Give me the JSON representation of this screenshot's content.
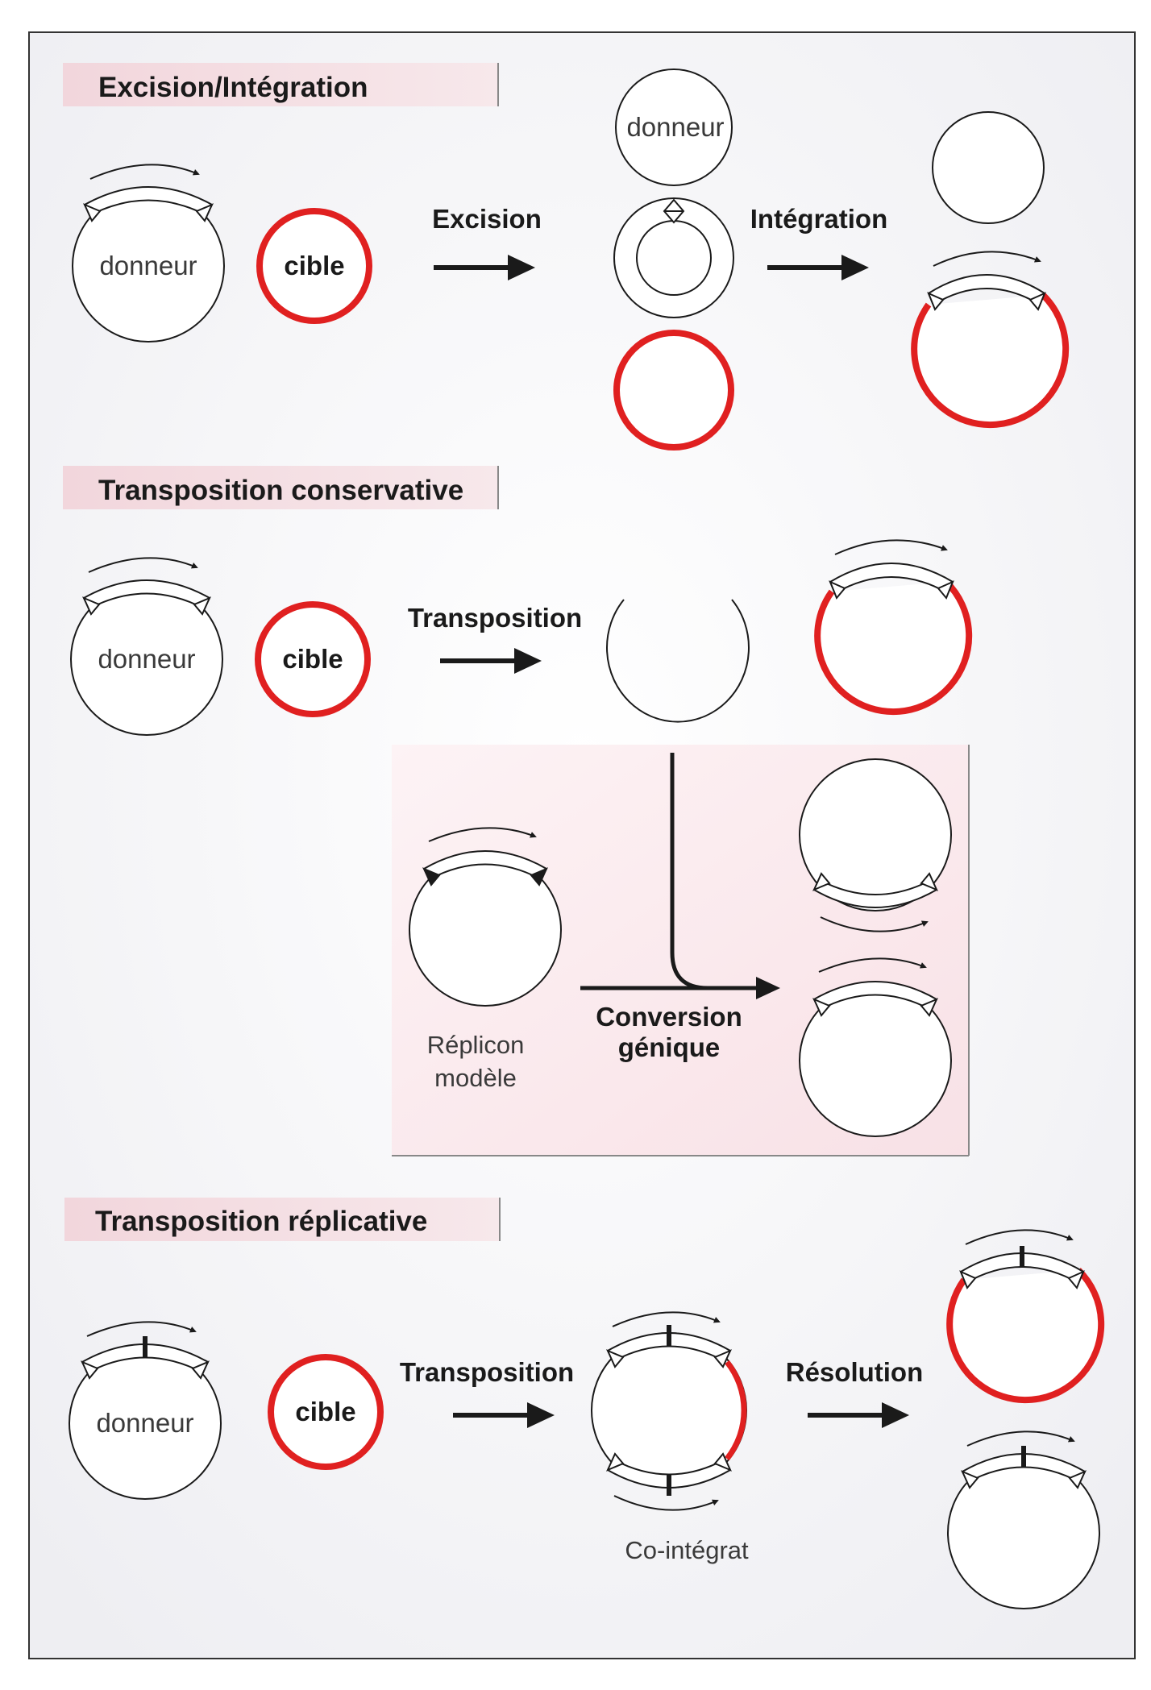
{
  "sections": {
    "excision": {
      "header": "Excision/Intégration"
    },
    "conservative": {
      "header": "Transposition conservative"
    },
    "replicative": {
      "header": "Transposition réplicative"
    }
  },
  "labels": {
    "donneur": "donneur",
    "cible": "cible",
    "excision": "Excision",
    "integration": "Intégration",
    "transposition": "Transposition",
    "conversion_line1": "Conversion",
    "conversion_line2": "génique",
    "replicon_line1": "Réplicon",
    "replicon_line2": "modèle",
    "resolution": "Résolution",
    "cointegrat": "Co-intégrat"
  },
  "colors": {
    "target_red": "#e02020",
    "header_bg": "#f3dbe0",
    "inset_bg": "#fbeaee",
    "panel_bg": "#f7f7f9",
    "ink": "#1a1a1a",
    "label_gray": "#3a3a3a"
  }
}
